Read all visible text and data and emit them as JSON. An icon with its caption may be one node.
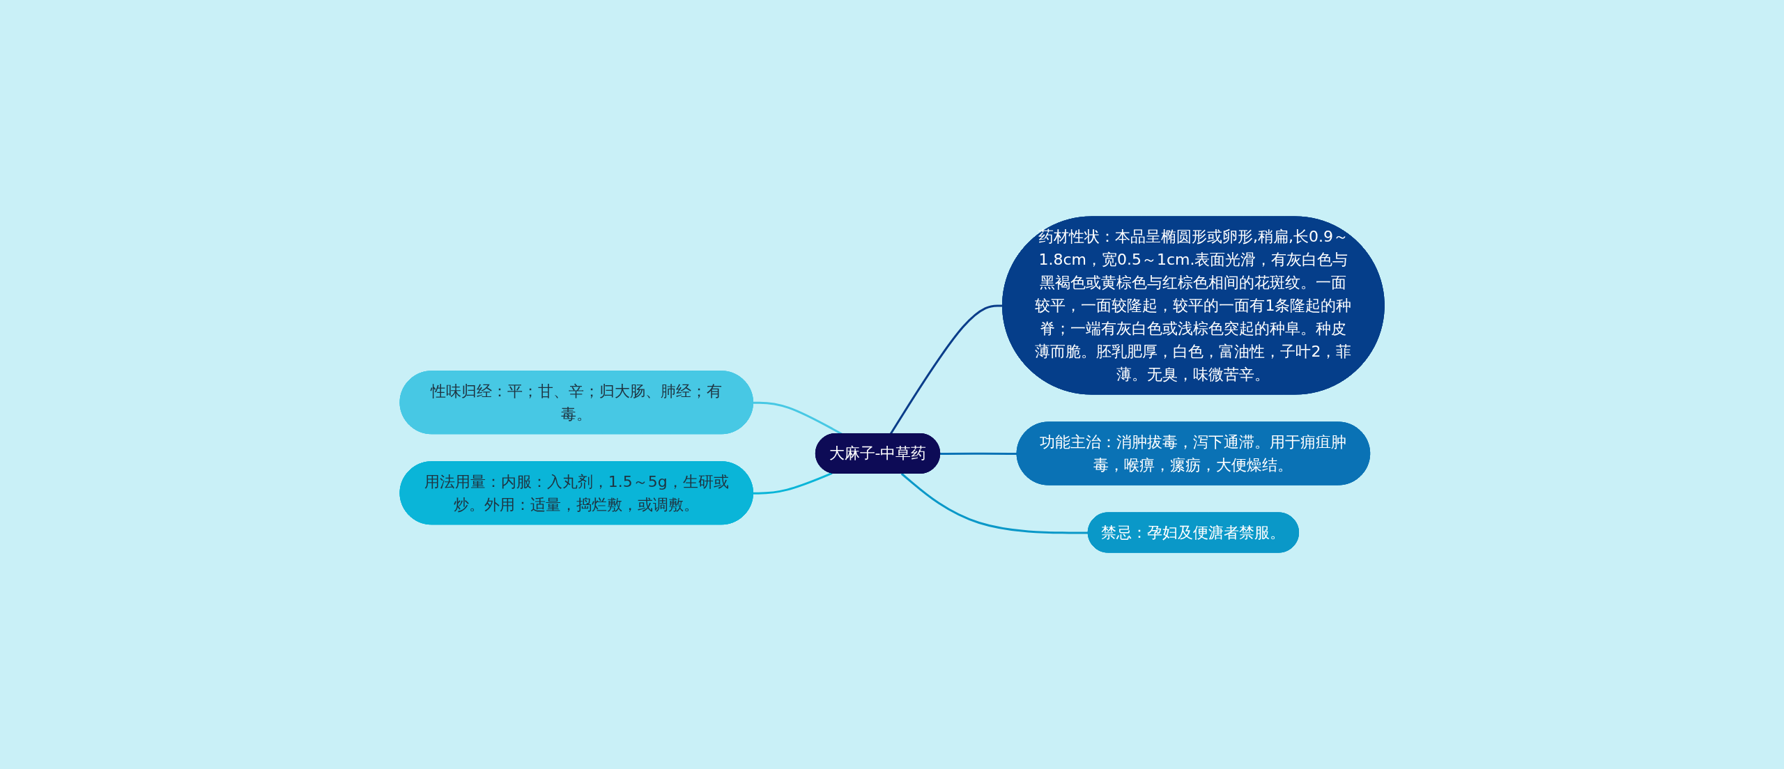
{
  "diagram": {
    "nodes": [
      {
        "text": [
          "大麻子-中草药"
        ]
      },
      {
        "text": [
          "药材性状：本品呈椭圆形或卵形,稍扁,长0.9～1.8cm，宽0.5～1cm.表面光滑，有灰白色与黑褐色或黄棕色与红棕色相间的花斑纹。一面较平，一面较隆起，较平的一面有1条隆起的种脊；一端有灰白色或浅棕色突起的种阜。种皮薄而脆。胚乳肥厚，白色，富油性，子叶2，菲薄。无臭，味微苦辛。"
        ]
      },
      {
        "text": [
          "性味归经：平；甘、辛；归大肠、肺经；有毒。"
        ]
      },
      {
        "text": [
          "用法用量：内服：入丸剂，1.5～5g，生研或炒。外用：适量，捣烂敷，或调敷。"
        ]
      },
      {
        "text": [
          "功能主治：消肿拔毒，泻下通滞。用于痈疽肿毒，喉痹，瘰疬，大便燥结。"
        ]
      },
      {
        "text": [
          "禁忌：孕妇及便溏者禁服。"
        ]
      }
    ],
    "edges": [
      {
        "from": 0,
        "to": 1,
        "arrow": "none",
        "color": "#0a3d8a"
      },
      {
        "from": 0,
        "to": 2,
        "arrow": "none",
        "color": "#47c8e4"
      },
      {
        "from": 0,
        "to": 3,
        "arrow": "none",
        "color": "#0ab5d8"
      },
      {
        "from": 0,
        "to": 4,
        "arrow": "none",
        "color": "#0a72b5"
      },
      {
        "from": 0,
        "to": 5,
        "arrow": "none",
        "color": "#0a98c8"
      }
    ]
  }
}
